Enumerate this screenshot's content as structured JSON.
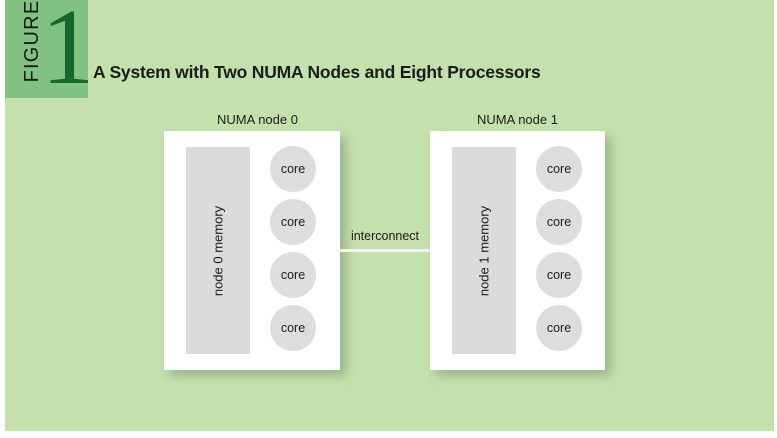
{
  "figure": {
    "badge_word": "FIGURE",
    "badge_number": "1",
    "title": "A System with Two NUMA Nodes and Eight Processors"
  },
  "colors": {
    "page_background": "#ffffff",
    "canvas_background": "#c4e0ad",
    "badge_green": "#81c181",
    "number_green": "#17682c",
    "node_box": "#ffffff",
    "memory_grey": "#dadcdc",
    "core_grey": "#dcdddd",
    "text": "#1c1c1c",
    "interconnect": "#f2f6ee"
  },
  "diagram": {
    "interconnect_label": "interconnect",
    "nodes": [
      {
        "label": "NUMA node 0",
        "memory_label": "node 0 memory",
        "cores": [
          {
            "label": "core"
          },
          {
            "label": "core"
          },
          {
            "label": "core"
          },
          {
            "label": "core"
          }
        ]
      },
      {
        "label": "NUMA node 1",
        "memory_label": "node 1 memory",
        "cores": [
          {
            "label": "core"
          },
          {
            "label": "core"
          },
          {
            "label": "core"
          },
          {
            "label": "core"
          }
        ]
      }
    ]
  }
}
